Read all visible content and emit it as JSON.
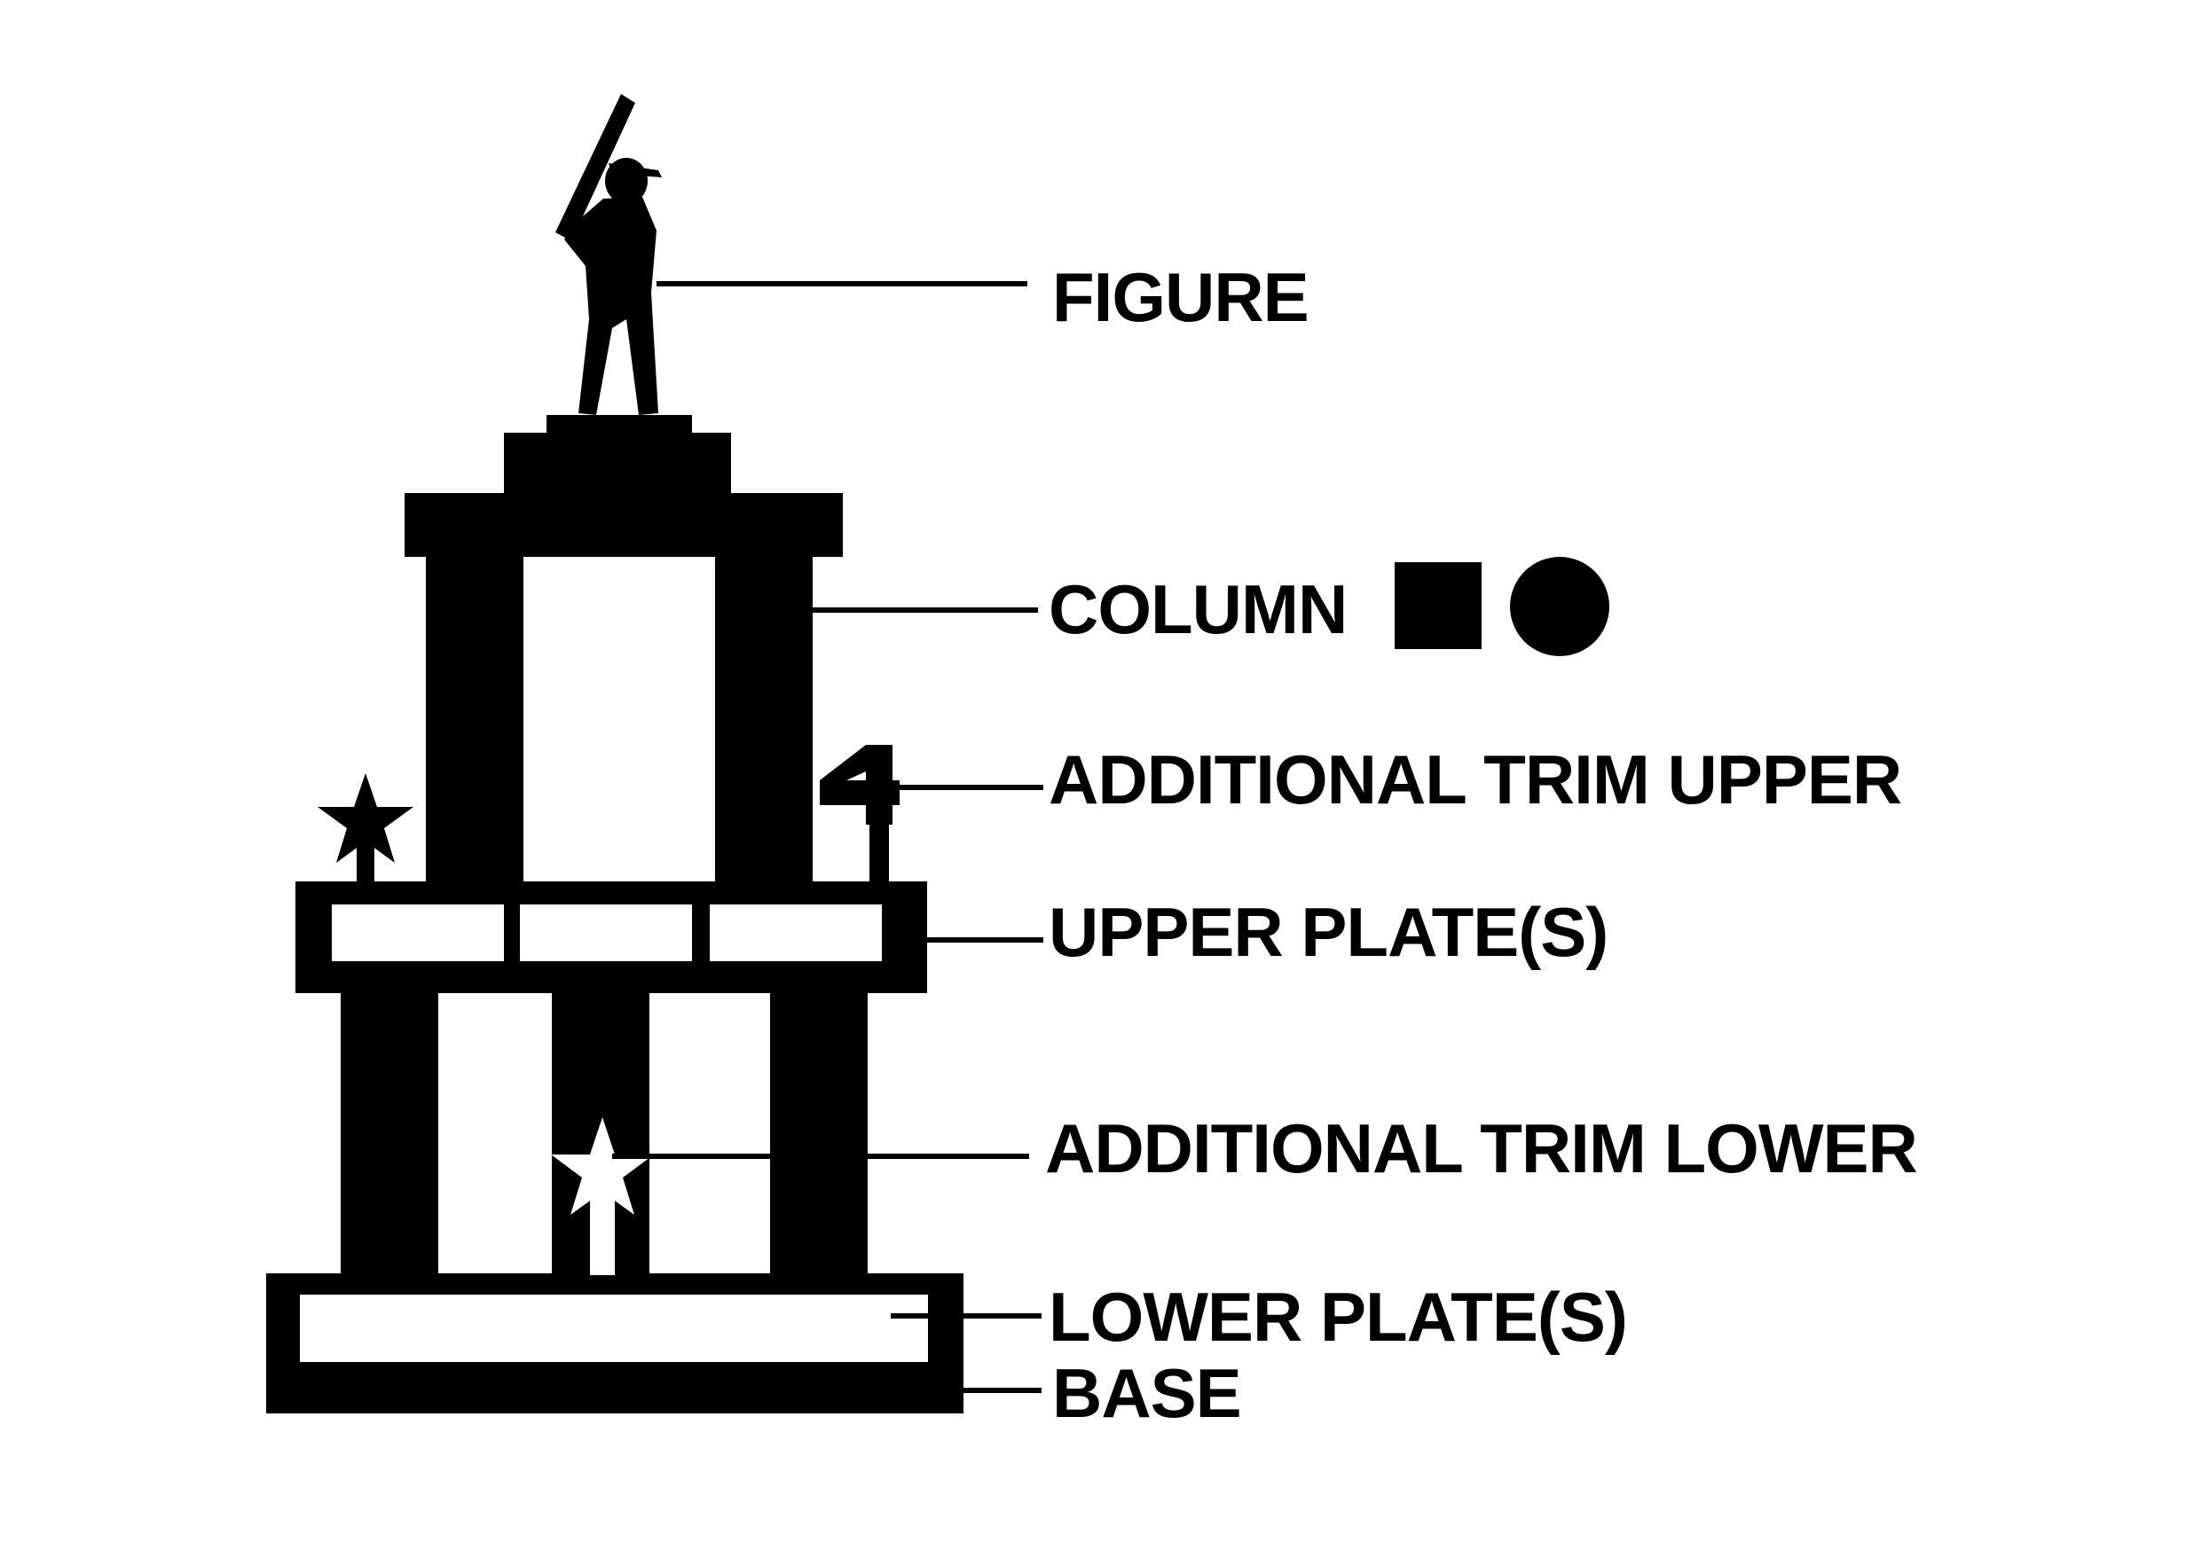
{
  "labels": {
    "figure": "FIGURE",
    "column": "COLUMN",
    "trim_upper": "ADDITIONAL TRIM UPPER",
    "upper_plate": "UPPER PLATE(S)",
    "trim_lower": "ADDITIONAL TRIM LOWER",
    "lower_plate": "LOWER PLATE(S)",
    "base": "BASE"
  },
  "icons": {
    "figure": "batter-figure-icon",
    "column_square": "square-column-icon",
    "column_round": "round-column-icon",
    "trim_upper": [
      "star-trim-icon",
      "number-4-trim-icon"
    ],
    "trim_lower": "star-trim-icon"
  },
  "colors": {
    "ink": "#000000",
    "background": "#ffffff"
  }
}
